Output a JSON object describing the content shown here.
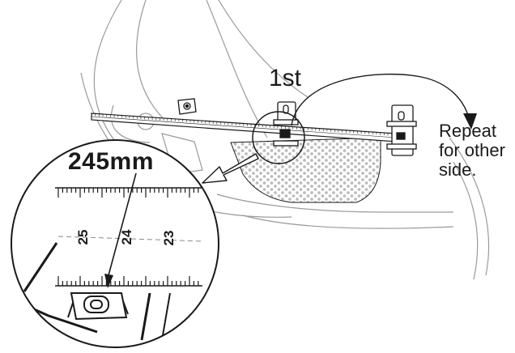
{
  "step_label": "1st",
  "measurement_label": "245mm",
  "repeat_note": "Repeat\nfor other\nside.",
  "scale_numbers": [
    "25",
    "24",
    "23"
  ],
  "colors": {
    "line": "#1a1a1a",
    "faint_line": "#9a9a9a",
    "mesh_fill": "#c8c8c8",
    "background": "#ffffff"
  }
}
